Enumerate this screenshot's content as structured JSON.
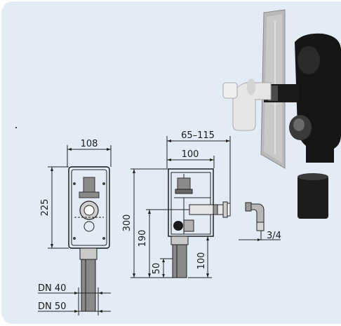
{
  "colors": {
    "background_panel": "#e3ecf6",
    "drawing_lines": "#222222",
    "part_gray": "#8a8a8a",
    "photo_black": "#161616",
    "photo_plate": "#b9b9b9"
  },
  "front_view": {
    "width_label": "108",
    "height_label": "225",
    "dn_outer_label": "DN 40",
    "dn_inner_label": "DN 50"
  },
  "side_view": {
    "overall_depth_label": "65–115",
    "depth_label": "100",
    "total_height_label": "300",
    "outlet_height_label": "190",
    "lower_height_label": "50",
    "pipe_height_label": "100"
  },
  "fitting": {
    "thread_label": "3/4"
  }
}
